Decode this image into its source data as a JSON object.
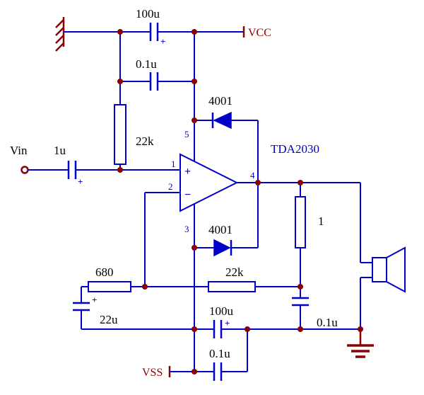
{
  "colors": {
    "wire": "#0000C8",
    "junction": "#8B0000",
    "power": "#8B0000",
    "text": "#000000",
    "background": "#FFFFFF"
  },
  "ic": {
    "label": "TDA2030",
    "plus_input_mark": "+",
    "minus_input_mark": "−",
    "pin_noninv": "1",
    "pin_inv": "2",
    "pin_vss": "3",
    "pin_out": "4",
    "pin_vcc": "5"
  },
  "nets": {
    "vcc_label": "VCC",
    "vss_label": "VSS",
    "input_label": "Vin"
  },
  "components": {
    "vcc_bulk_cap": {
      "value": "100u",
      "polarity_mark": "+"
    },
    "vcc_bypass_cap": {
      "value": "0.1u"
    },
    "bias_resistor": {
      "value": "22k"
    },
    "clamp_diode_top": {
      "value": "4001"
    },
    "input_cap": {
      "value": "1u",
      "polarity_mark": "+"
    },
    "feedback_ground_resistor": {
      "value": "680"
    },
    "feedback_cap": {
      "value": "22u",
      "polarity_mark": "+"
    },
    "clamp_diode_bottom": {
      "value": "4001"
    },
    "feedback_resistor": {
      "value": "22k"
    },
    "zobel_resistor": {
      "value": "1"
    },
    "zobel_cap": {
      "value": "0.1u"
    },
    "vss_bulk_cap": {
      "value": "100u",
      "polarity_mark": "+"
    },
    "vss_bypass_cap": {
      "value": "0.1u"
    }
  }
}
